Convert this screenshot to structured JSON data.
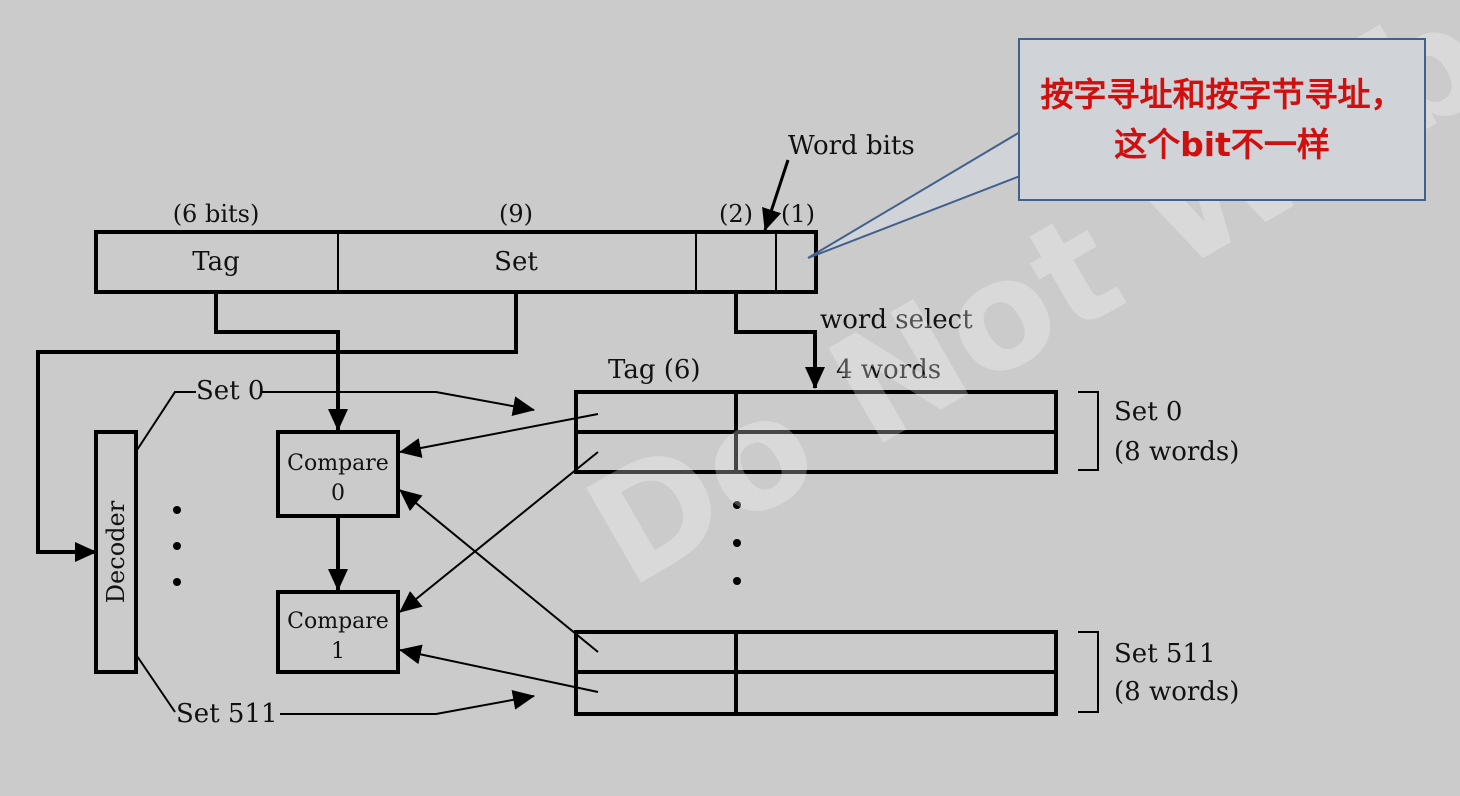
{
  "address_fields": {
    "tag": {
      "width_label": "(6 bits)",
      "name": "Tag"
    },
    "set": {
      "width_label": "(9)",
      "name": "Set"
    },
    "word": {
      "width_label": "(2)"
    },
    "byte": {
      "width_label": "(1)"
    }
  },
  "labels": {
    "word_bits": "Word bits",
    "word_select": "word select",
    "tag_col": "Tag (6)",
    "words_col": "4 words",
    "set0_in": "Set 0",
    "set511_in": "Set 511",
    "decoder": "Decoder",
    "compare0_line1": "Compare",
    "compare0_line2": "0",
    "compare1_line1": "Compare",
    "compare1_line2": "1",
    "set0_bracket_1": "Set 0",
    "set0_bracket_2": "(8 words)",
    "set511_bracket_1": "Set 511",
    "set511_bracket_2": "(8 words)"
  },
  "callout": {
    "text": "按字寻址和按字节寻址，这个bit不一样"
  },
  "watermark": {
    "text": "Do Not Web"
  },
  "colors": {
    "callout_text": "#d10f0f",
    "callout_border": "#41608c",
    "background": "#cbcbcb"
  }
}
